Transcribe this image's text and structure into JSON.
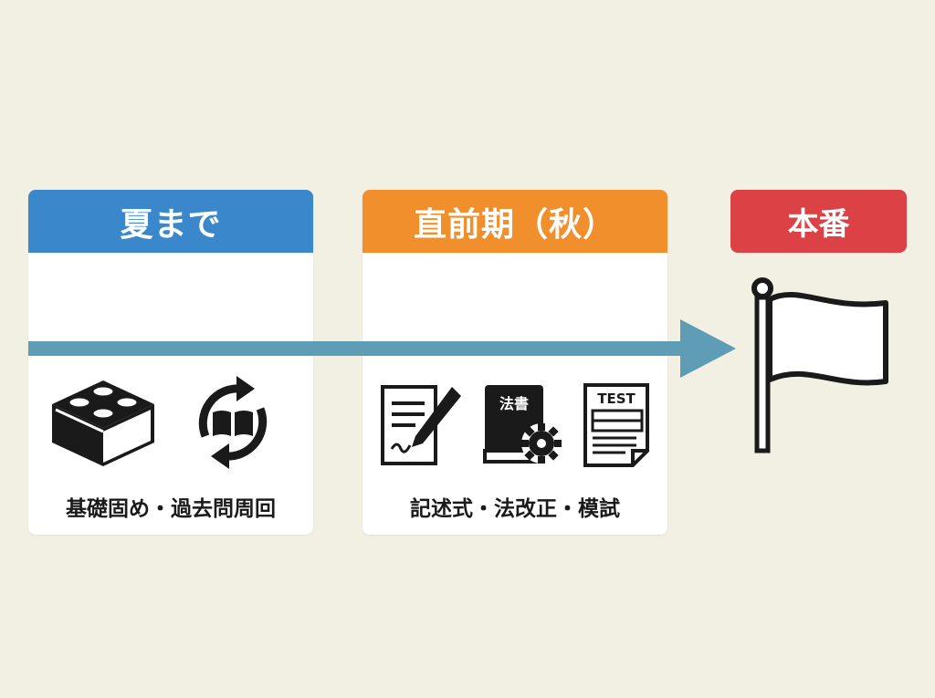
{
  "stages": {
    "summer": {
      "title": "夏まで",
      "caption": "基礎固め・過去問周回"
    },
    "autumn": {
      "title": "直前期（秋）",
      "caption": "記述式・法改正・模試"
    },
    "exam": {
      "title": "本番"
    }
  },
  "icons": {
    "summer": [
      "blocks-icon",
      "book-cycle-icon"
    ],
    "autumn": [
      "document-pen-icon",
      "law-book-gear-icon",
      "test-sheet-icon"
    ],
    "exam": [
      "flag-icon"
    ]
  },
  "icon_text": {
    "law_book": "法書",
    "test_sheet": "TEST"
  },
  "colors": {
    "summer": "#3b87cc",
    "autumn": "#f08f2c",
    "exam": "#db4145",
    "arrow": "#5f9db6",
    "background": "#f2efe3"
  }
}
